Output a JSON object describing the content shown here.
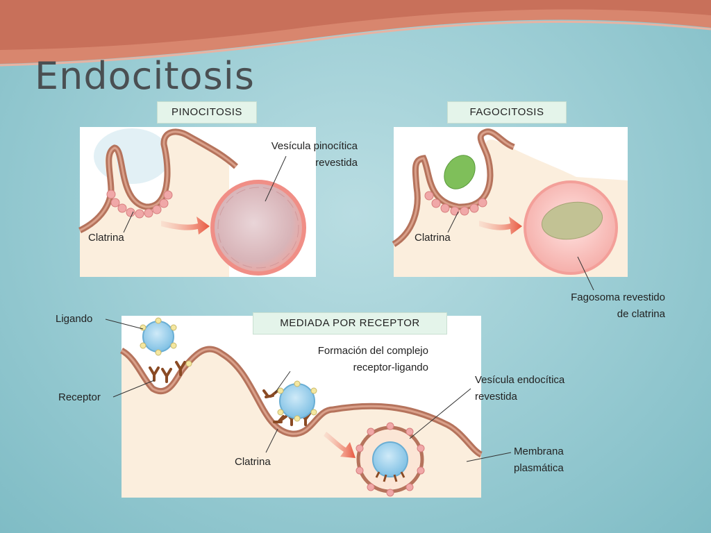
{
  "slide": {
    "title": "Endocitosis"
  },
  "pinocitosis": {
    "tag": "PINOCITOSIS",
    "vesicle_label_line1": "Vesícula pinocítica",
    "vesicle_label_line2": "revestida",
    "clathrin_label": "Clatrina"
  },
  "fagocitosis": {
    "tag": "FAGOCITOSIS",
    "clathrin_label": "Clatrina",
    "phagosome_label_line1": "Fagosoma revestido",
    "phagosome_label_line2": "de clatrina"
  },
  "receptor_mediated": {
    "tag": "MEDIADA POR RECEPTOR",
    "ligand_label": "Ligando",
    "receptor_label": "Receptor",
    "complex_label_line1": "Formación del complejo",
    "complex_label_line2": "receptor-ligando",
    "endocytic_vesicle_line1": "Vesícula endocítica",
    "endocytic_vesicle_line2": "revestida",
    "clathrin_label": "Clatrina",
    "membrane_line1": "Membrana",
    "membrane_line2": "plasmática"
  },
  "colors": {
    "membrane": "#b5735c",
    "membrane_inner": "#d9a08a",
    "clathrin": "#f0a8a8",
    "cytoplasm": "#fbeedd",
    "vesicle": "#f3b8b3",
    "ligand": "#9fd3ee",
    "receptor": "#8a4a24",
    "particle": "#7fbf5a",
    "arrow": "#e8624a",
    "tag_bg": "#e4f4ea"
  }
}
